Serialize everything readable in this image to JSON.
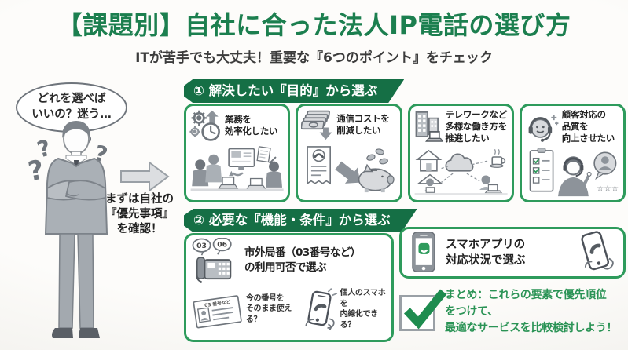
{
  "header": {
    "title": "【課題別】自社に合った法人IP電話の選び方",
    "subtitle": "ITが苦手でも大丈夫！重要な『6つのポイント』をチェック"
  },
  "left": {
    "bubble": "どれを選べば\nいいの？迷う…",
    "question_mark": "?",
    "note": "まずは自社の\n『優先事項』\nを確認！"
  },
  "section1": {
    "heading": "① 解決したい『目的』から選ぶ",
    "cards": [
      {
        "icon": "gears-clock-up-arrow-icon",
        "label": "業務を\n効率化したい"
      },
      {
        "icon": "money-stack-down-arrow-icon",
        "label": "通信コストを\n削減したい"
      },
      {
        "icon": "office-buildings-laptop-icon",
        "label": "テレワークなど\n多様な働き方を\n推進したい"
      },
      {
        "icon": "headset-smile-icon",
        "label": "顧客対応の\n品質を\n向上させたい",
        "stars": "☆☆☆"
      }
    ]
  },
  "section2": {
    "heading": "② 必要な『機能・条件』から選ぶ",
    "area_code_card": {
      "bubbles": [
        "03",
        "06"
      ],
      "title": "市外局番（03番号など）\nの利用可否で選ぶ",
      "card_note": "03 番号など",
      "question_left": "今の番号を\nそのまま使える？",
      "question_right": "個人のスマホを\n内線化できる？"
    },
    "app_card": {
      "label": "スマホアプリの\n対応状況で選ぶ"
    }
  },
  "summary": {
    "text": "まとめ：これらの要素で優先順位\nをつけて、\n最適なサービスを比較検討しよう！"
  },
  "colors": {
    "green_dark": "#156f45",
    "green_border": "#2e9b5c",
    "green_title": "#1c7f4f",
    "green_text": "#2a9355",
    "check_green": "#1e8c4f"
  }
}
